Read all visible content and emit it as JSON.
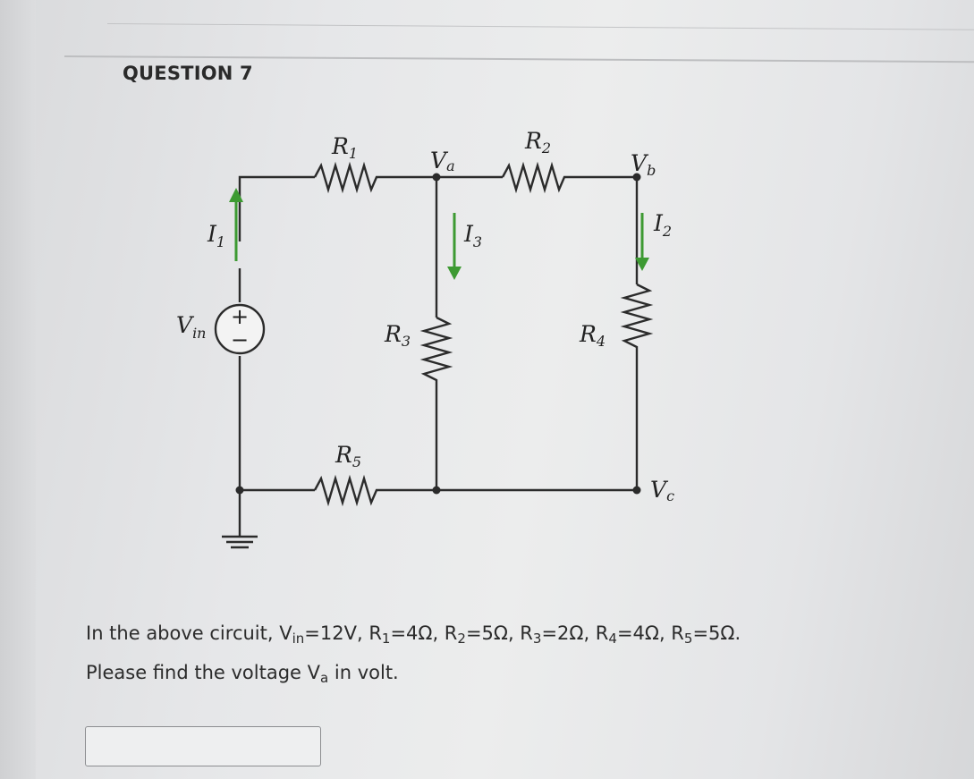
{
  "question": {
    "title": "QUESTION 7",
    "prompt_line1_prefix": "In the above circuit, V",
    "prompt_line1_sub": "in",
    "prompt_line1_rest": "=12V, R",
    "r1_sub": "1",
    "r1_val": "=4Ω, R",
    "r2_sub": "2",
    "r2_val": "=5Ω, R",
    "r3_sub": "3",
    "r3_val": "=2Ω, R",
    "r4_sub": "4",
    "r4_val": "=4Ω, R",
    "r5_sub": "5",
    "r5_val": "=5Ω.",
    "prompt_line2_prefix": "Please find the voltage V",
    "prompt_line2_sub": "a",
    "prompt_line2_rest": " in volt.",
    "answer_value": ""
  },
  "circuit": {
    "labels": {
      "r1": "R",
      "r1_sub": "1",
      "r2": "R",
      "r2_sub": "2",
      "r3": "R",
      "r3_sub": "3",
      "r4": "R",
      "r4_sub": "4",
      "r5": "R",
      "r5_sub": "5",
      "va": "V",
      "va_sub": "a",
      "vb": "V",
      "vb_sub": "b",
      "vc": "V",
      "vc_sub": "c",
      "vin": "V",
      "vin_sub": "in",
      "i1": "I",
      "i1_sub": "1",
      "i2": "I",
      "i2_sub": "2",
      "i3": "I",
      "i3_sub": "3",
      "plus": "+",
      "minus": "−"
    },
    "colors": {
      "wire": "#2b2b2b",
      "arrow": "#3d9a32"
    }
  }
}
